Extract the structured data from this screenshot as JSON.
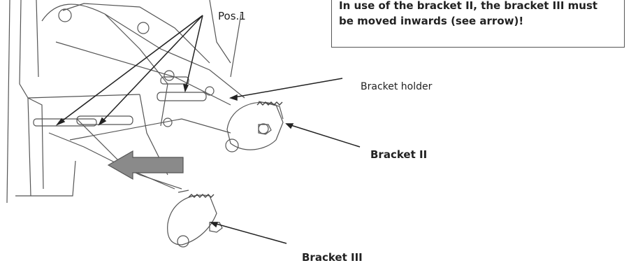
{
  "labels": {
    "pos1": "Pos.1",
    "bracket_holder": "Bracket holder",
    "bracket_2": "Bracket II",
    "bracket_3": "Bracket III"
  },
  "note": {
    "text": "In use of the bracket II, the bracket III must\nbe moved inwards (see arrow)!"
  },
  "colors": {
    "line": "#444444",
    "arrow_fill": "#8a8a8a",
    "arrow_stroke": "#555555"
  }
}
